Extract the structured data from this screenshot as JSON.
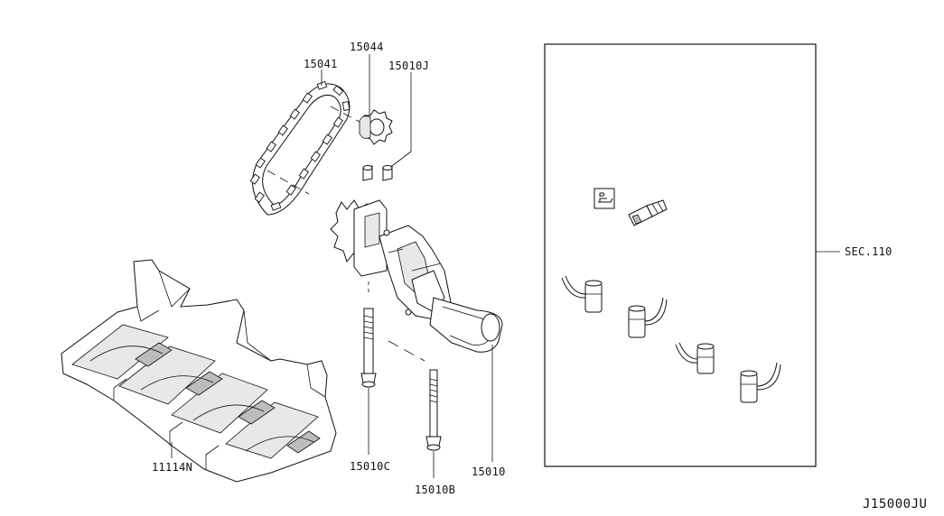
{
  "parts": {
    "chain": "15041",
    "sprocket": "15044",
    "relief_valve": "15010J",
    "oil_pump": "15010",
    "bolt_c": "15010C",
    "bolt_b": "15010B",
    "baffle_plate": "11114N"
  },
  "reference": {
    "section": "SEC.110"
  },
  "diagram_code": "J15000JU"
}
